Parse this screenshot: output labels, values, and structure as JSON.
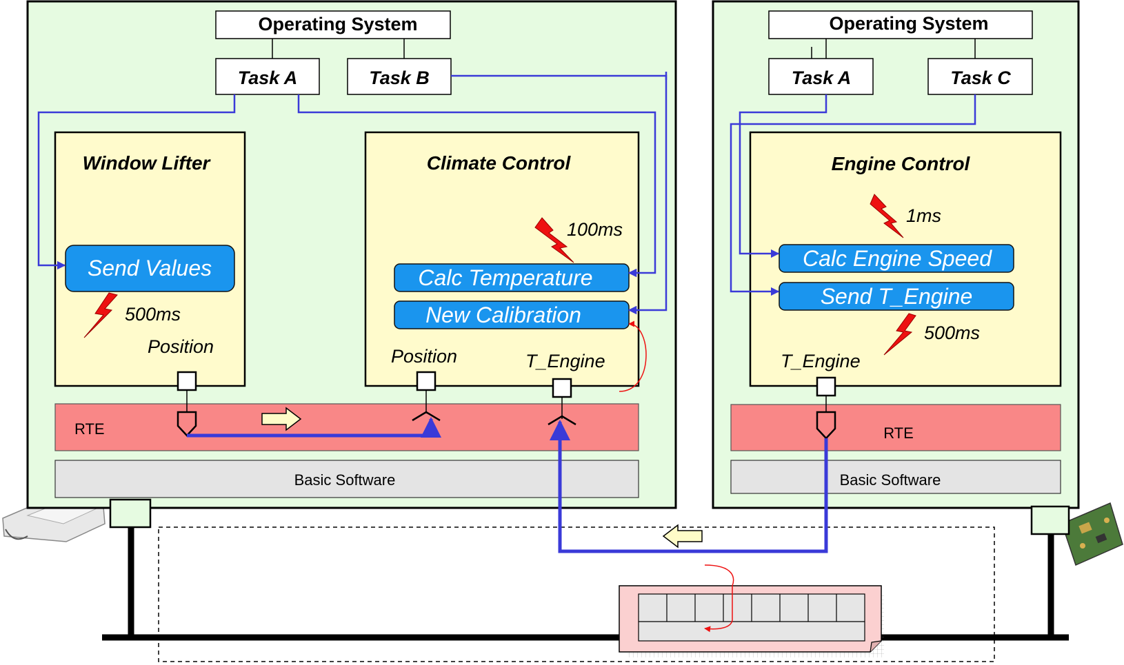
{
  "ecu_left": {
    "operating_system": "Operating System",
    "tasks": [
      "Task A",
      "Task B"
    ],
    "components": {
      "window_lifter": {
        "title": "Window Lifter",
        "runnables": [
          "Send Values"
        ],
        "timer": "500ms",
        "port_label": "Position"
      },
      "climate_control": {
        "title": "Climate Control",
        "runnables": [
          "Calc Temperature",
          "New Calibration"
        ],
        "timer": "100ms",
        "port_labels": [
          "Position",
          "T_Engine"
        ]
      }
    },
    "rte_label": "RTE",
    "bsw_label": "Basic Software"
  },
  "ecu_right": {
    "operating_system": "Operating System",
    "tasks": [
      "Task A",
      "Task C"
    ],
    "components": {
      "engine_control": {
        "title": "Engine Control",
        "runnables": [
          "Calc Engine Speed",
          "Send T_Engine"
        ],
        "timers": [
          "1ms",
          "500ms"
        ],
        "port_label": "T_Engine"
      }
    },
    "rte_label": "RTE",
    "bsw_label": "Basic Software"
  },
  "bus_frame": {
    "slots": 8
  },
  "colors": {
    "ecu_background": "#e6fbe1",
    "component_background": "#fffbcc",
    "rte": "#f98787",
    "basic_software": "#e4e4e4",
    "runnable": "#1a95ee",
    "connector": "#3a3ad8",
    "timer_bolt": "#ee1111"
  }
}
